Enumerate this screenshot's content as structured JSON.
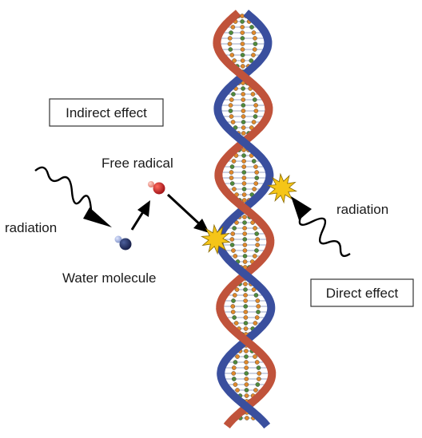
{
  "labels": {
    "indirect_effect": "Indirect effect",
    "direct_effect": "Direct effect",
    "free_radical": "Free radical",
    "water_molecule": "Water molecule",
    "radiation_left": "radiation",
    "radiation_right": "radiation"
  },
  "colors": {
    "strand_red": "#c0533b",
    "strand_blue": "#3a4f9e",
    "base_orange": "#e08a2c",
    "base_green": "#4f8a3c",
    "burst_yellow": "#f5c518",
    "free_radical_red": "#c1141b",
    "water_molecule_navy": "#1e2a5c"
  },
  "icons": [
    "dna-double-helix-icon",
    "radiation-wave-icon",
    "damage-burst-icon",
    "free-radical-icon",
    "water-molecule-icon",
    "arrow-icon"
  ]
}
